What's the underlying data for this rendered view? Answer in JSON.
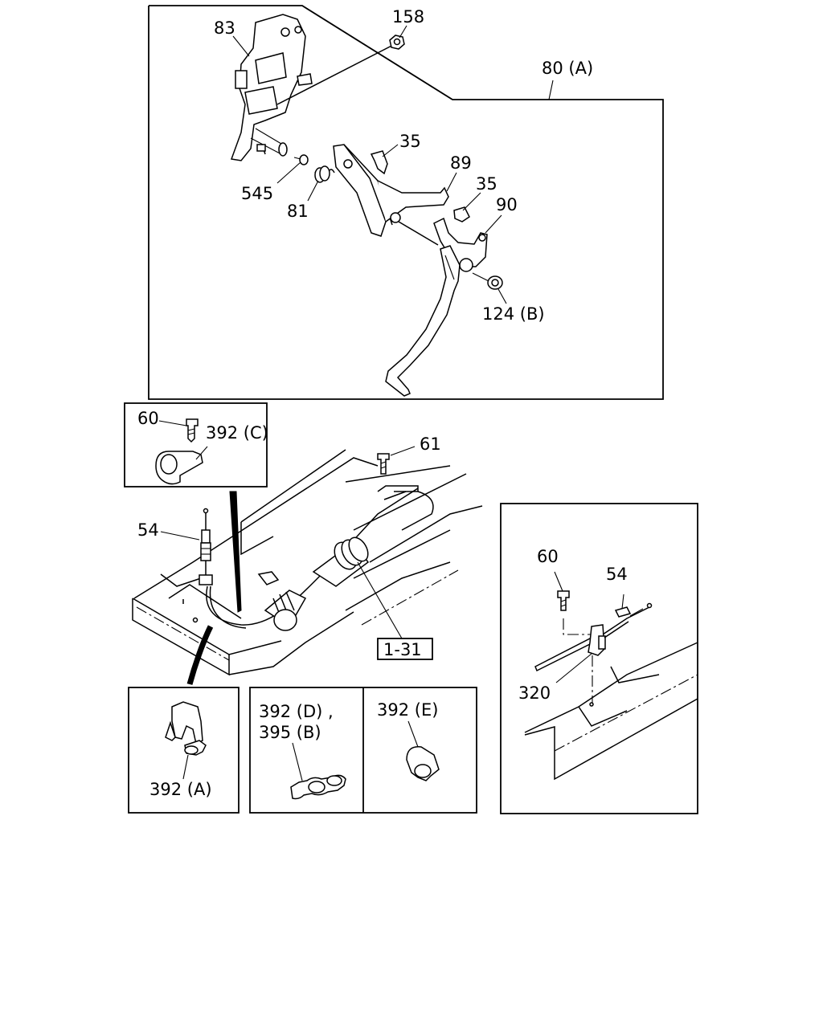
{
  "labels": {
    "l83": "83",
    "l158": "158",
    "l80a": "80 (A)",
    "l35a": "35",
    "l545": "545",
    "l89": "89",
    "l81": "81",
    "l35b": "35",
    "l90": "90",
    "l124b": "124 (B)",
    "l60a": "60",
    "l392c": "392 (C)",
    "l61": "61",
    "l54a": "54",
    "l131": "1-31",
    "l60b": "60",
    "l54b": "54",
    "l320": "320",
    "l392a": "392 (A)",
    "l392d": "392 (D) ,",
    "l395b": "395 (B)",
    "l392e": "392 (E)"
  },
  "colors": {
    "ink": "#000000",
    "paper": "#ffffff"
  }
}
